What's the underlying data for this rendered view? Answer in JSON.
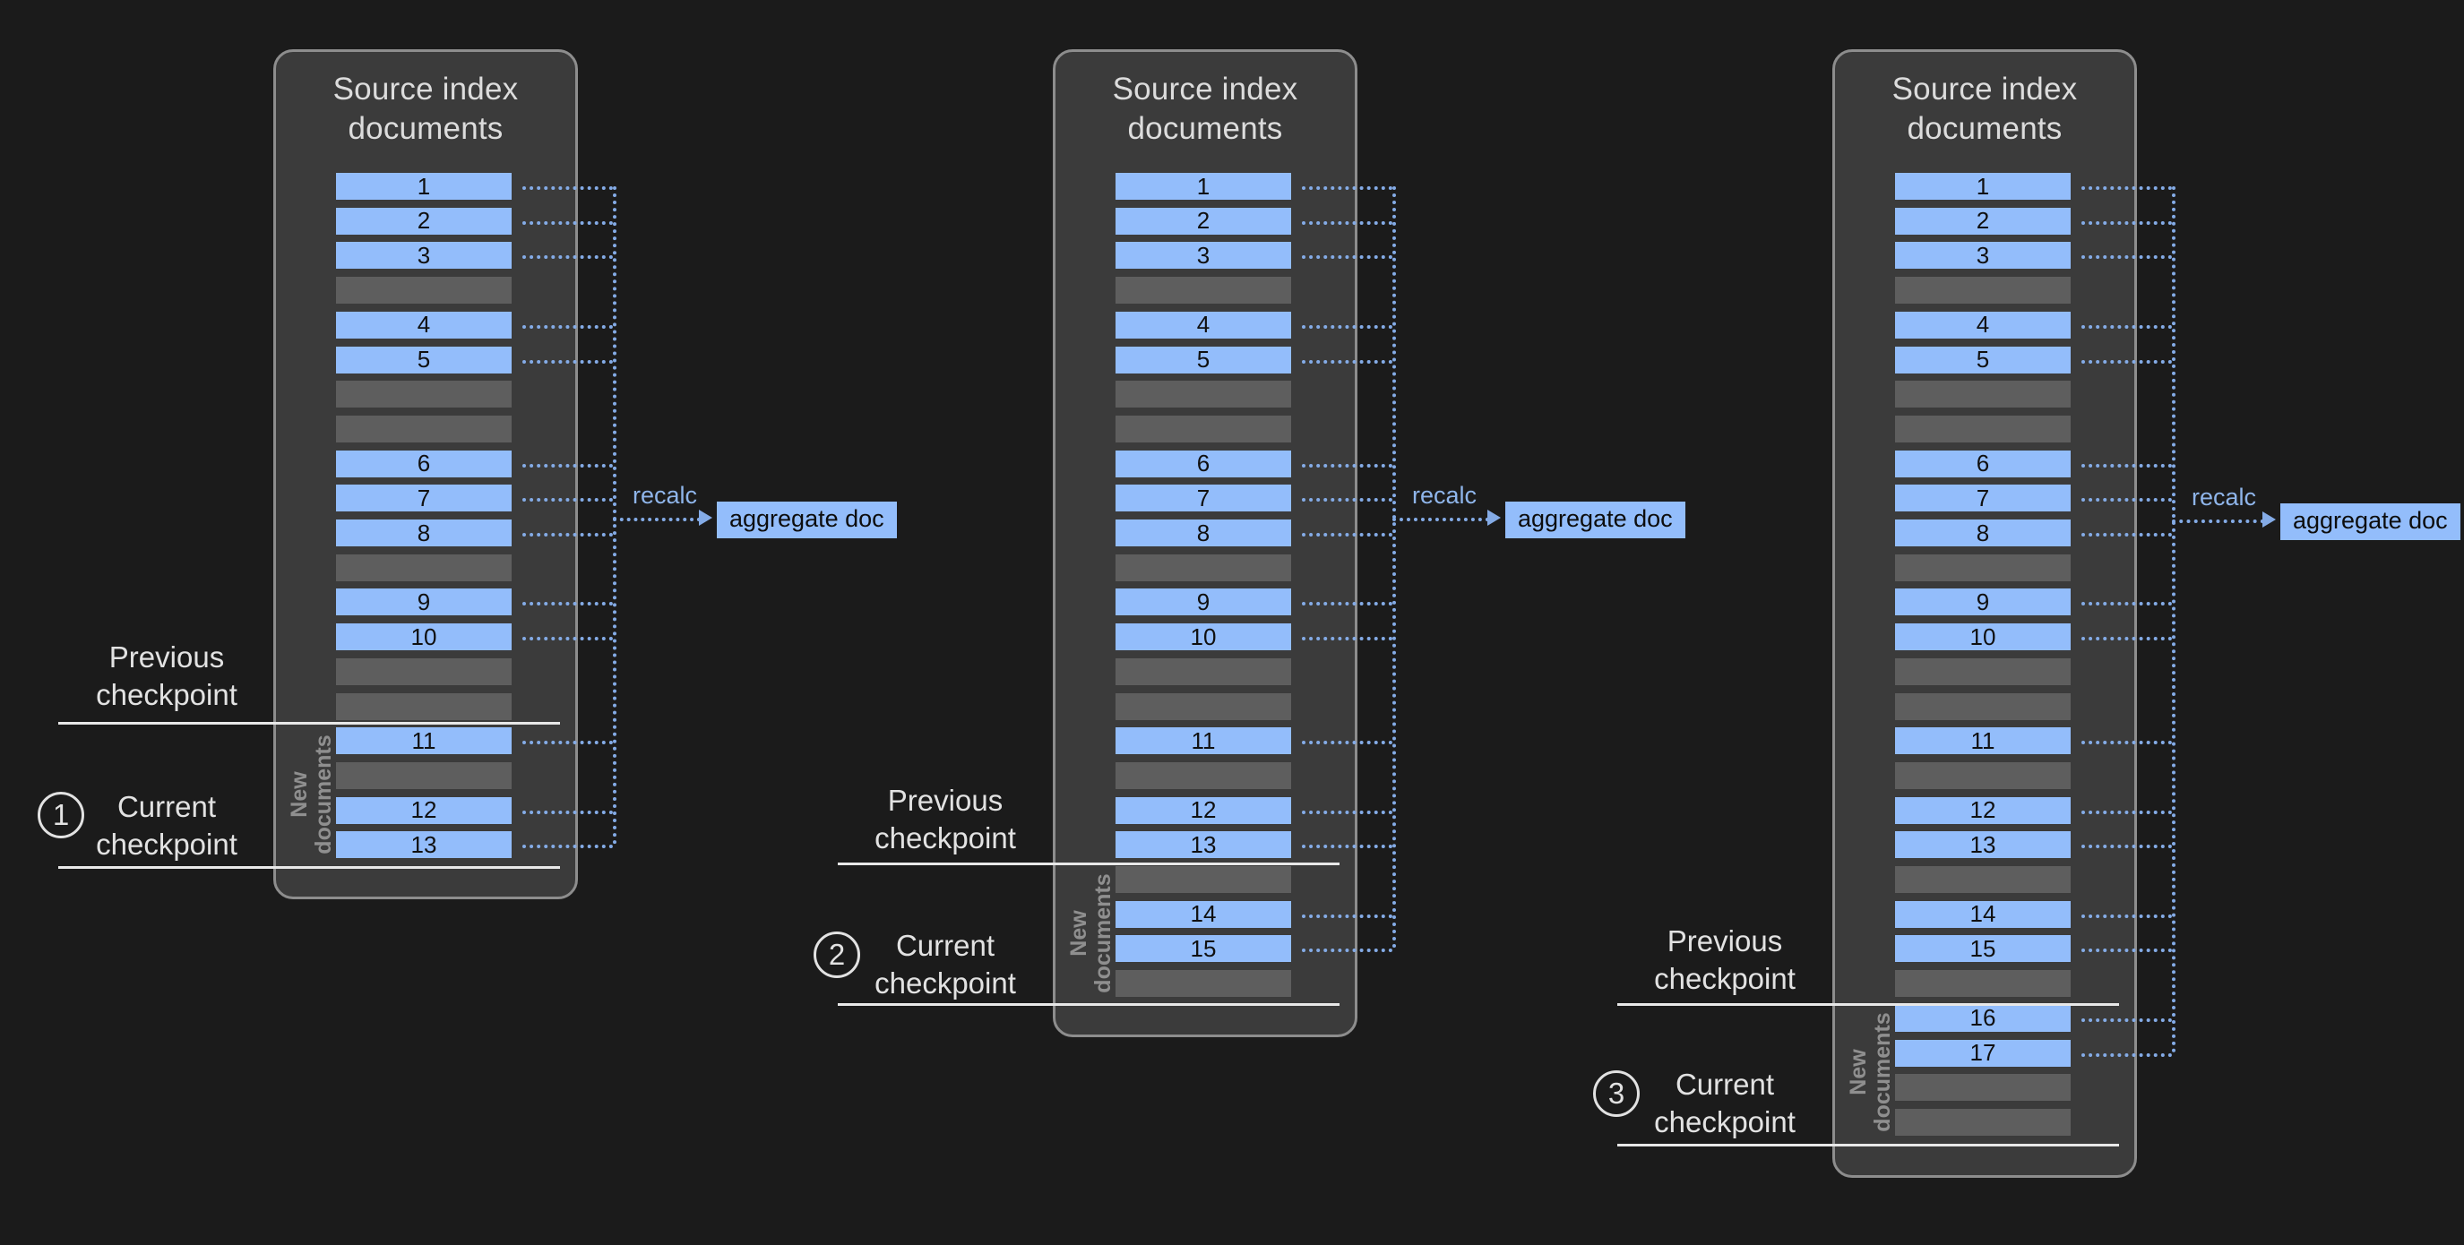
{
  "background_color": "#1b1b1b",
  "colors": {
    "panel_fill": "#3b3b3b",
    "panel_border": "#8d8d8d",
    "doc_row": "#93bdfb",
    "gap_row": "#5e5e5e",
    "connector": "#84abe6",
    "rule": "#e8e8e8",
    "label_text": "#e2e2e2",
    "newdocs_text": "#8f8f8f"
  },
  "panels": [
    {
      "id": "panel-1",
      "title": "Source index\ndocuments",
      "newdocs_label": "New\ndocuments",
      "recalc_label": "recalc",
      "aggregate_label": "aggregate doc",
      "rows": [
        {
          "type": "doc",
          "label": "1"
        },
        {
          "type": "doc",
          "label": "2"
        },
        {
          "type": "doc",
          "label": "3"
        },
        {
          "type": "gap",
          "label": ""
        },
        {
          "type": "doc",
          "label": "4"
        },
        {
          "type": "doc",
          "label": "5"
        },
        {
          "type": "gap",
          "label": ""
        },
        {
          "type": "gap",
          "label": ""
        },
        {
          "type": "doc",
          "label": "6"
        },
        {
          "type": "doc",
          "label": "7"
        },
        {
          "type": "doc",
          "label": "8"
        },
        {
          "type": "gap",
          "label": ""
        },
        {
          "type": "doc",
          "label": "9"
        },
        {
          "type": "doc",
          "label": "10"
        },
        {
          "type": "gap",
          "label": ""
        },
        {
          "type": "gap",
          "label": ""
        },
        {
          "type": "doc",
          "label": "11"
        },
        {
          "type": "gap",
          "label": ""
        },
        {
          "type": "doc",
          "label": "12"
        },
        {
          "type": "doc",
          "label": "13"
        }
      ],
      "new_documents_start_index": 16,
      "checkpoints": {
        "previous": {
          "label": "Previous\ncheckpoint"
        },
        "current": {
          "label": "Current\ncheckpoint",
          "step": "1"
        }
      }
    },
    {
      "id": "panel-2",
      "title": "Source index\ndocuments",
      "newdocs_label": "New\ndocuments",
      "recalc_label": "recalc",
      "aggregate_label": "aggregate doc",
      "rows": [
        {
          "type": "doc",
          "label": "1"
        },
        {
          "type": "doc",
          "label": "2"
        },
        {
          "type": "doc",
          "label": "3"
        },
        {
          "type": "gap",
          "label": ""
        },
        {
          "type": "doc",
          "label": "4"
        },
        {
          "type": "doc",
          "label": "5"
        },
        {
          "type": "gap",
          "label": ""
        },
        {
          "type": "gap",
          "label": ""
        },
        {
          "type": "doc",
          "label": "6"
        },
        {
          "type": "doc",
          "label": "7"
        },
        {
          "type": "doc",
          "label": "8"
        },
        {
          "type": "gap",
          "label": ""
        },
        {
          "type": "doc",
          "label": "9"
        },
        {
          "type": "doc",
          "label": "10"
        },
        {
          "type": "gap",
          "label": ""
        },
        {
          "type": "gap",
          "label": ""
        },
        {
          "type": "doc",
          "label": "11"
        },
        {
          "type": "gap",
          "label": ""
        },
        {
          "type": "doc",
          "label": "12"
        },
        {
          "type": "doc",
          "label": "13"
        },
        {
          "type": "gap",
          "label": ""
        },
        {
          "type": "doc",
          "label": "14"
        },
        {
          "type": "doc",
          "label": "15"
        },
        {
          "type": "gap",
          "label": ""
        }
      ],
      "new_documents_start_index": 20,
      "checkpoints": {
        "previous": {
          "label": "Previous\ncheckpoint"
        },
        "current": {
          "label": "Current\ncheckpoint",
          "step": "2"
        }
      }
    },
    {
      "id": "panel-3",
      "title": "Source index\ndocuments",
      "newdocs_label": "New\ndocuments",
      "recalc_label": "recalc",
      "aggregate_label": "aggregate doc",
      "rows": [
        {
          "type": "doc",
          "label": "1"
        },
        {
          "type": "doc",
          "label": "2"
        },
        {
          "type": "doc",
          "label": "3"
        },
        {
          "type": "gap",
          "label": ""
        },
        {
          "type": "doc",
          "label": "4"
        },
        {
          "type": "doc",
          "label": "5"
        },
        {
          "type": "gap",
          "label": ""
        },
        {
          "type": "gap",
          "label": ""
        },
        {
          "type": "doc",
          "label": "6"
        },
        {
          "type": "doc",
          "label": "7"
        },
        {
          "type": "doc",
          "label": "8"
        },
        {
          "type": "gap",
          "label": ""
        },
        {
          "type": "doc",
          "label": "9"
        },
        {
          "type": "doc",
          "label": "10"
        },
        {
          "type": "gap",
          "label": ""
        },
        {
          "type": "gap",
          "label": ""
        },
        {
          "type": "doc",
          "label": "11"
        },
        {
          "type": "gap",
          "label": ""
        },
        {
          "type": "doc",
          "label": "12"
        },
        {
          "type": "doc",
          "label": "13"
        },
        {
          "type": "gap",
          "label": ""
        },
        {
          "type": "doc",
          "label": "14"
        },
        {
          "type": "doc",
          "label": "15"
        },
        {
          "type": "gap",
          "label": ""
        },
        {
          "type": "doc",
          "label": "16"
        },
        {
          "type": "doc",
          "label": "17"
        },
        {
          "type": "gap",
          "label": ""
        },
        {
          "type": "gap",
          "label": ""
        }
      ],
      "new_documents_start_index": 24,
      "checkpoints": {
        "previous": {
          "label": "Previous\ncheckpoint"
        },
        "current": {
          "label": "Current\ncheckpoint",
          "step": "3"
        }
      }
    }
  ]
}
